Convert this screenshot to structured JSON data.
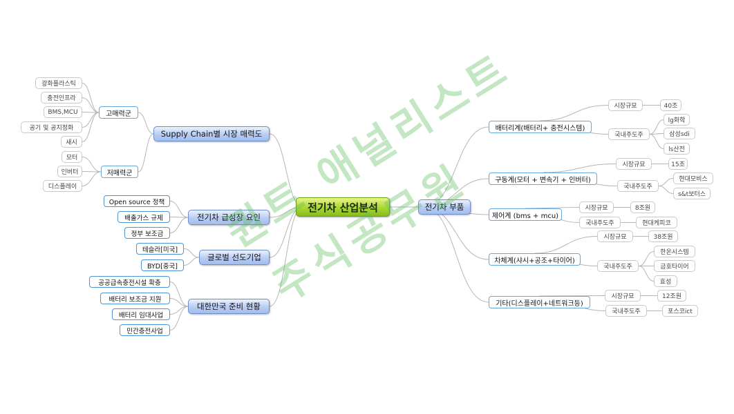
{
  "root": "전기차 산업분석",
  "left": {
    "supply_chain": {
      "label": "Supply Chain별 시장 매력도",
      "high": {
        "label": "고매력군",
        "items": [
          "광화플라스틱",
          "충전인프라",
          "BMS,MCU",
          "공기 및 공지정화",
          "새시"
        ]
      },
      "low": {
        "label": "저매력군",
        "items": [
          "모터",
          "인버터",
          "디스플레이"
        ]
      }
    },
    "growth": {
      "label": "전기차 급성장 요인",
      "items": [
        "Open source 정책",
        "배출가스 규제",
        "정부 보조금"
      ]
    },
    "leaders": {
      "label": "글로벌 선도기업",
      "items": [
        "테슬라[미국]",
        "BYD[중국]"
      ]
    },
    "korea": {
      "label": "대한만국 준비 현황",
      "items": [
        "공공급속충전시설 확충",
        "배터리 보조금 지원",
        "배터리 임대사업",
        "민간충전사업"
      ]
    }
  },
  "right": {
    "label": "전기차 부품",
    "battery": {
      "label": "배터리계(배터리+ 충전시스템)",
      "size_label": "시장규묘",
      "size": "40조",
      "stock_label": "국내주도주",
      "stocks": [
        "lg화학",
        "삼성sdi",
        "ls산전"
      ]
    },
    "drive": {
      "label": "구동계(모터 + 변속기 + 인버터)",
      "size_label": "시장규묘",
      "size": "15조",
      "stock_label": "국내주도주",
      "stocks": [
        "현대모비스",
        "s&t보터스"
      ]
    },
    "control": {
      "label": "제어계 (bms + mcu)",
      "size_label": "시장규묘",
      "size": "8조원",
      "stock_label": "국내주도주",
      "stocks": [
        "현대케피코"
      ]
    },
    "chassis": {
      "label": "차체계(샤시+공조+타이어)",
      "size_label": "시장규묘",
      "size": "38조원",
      "stock_label": "국내주도주",
      "stocks": [
        "한온시스템",
        "금호타이어",
        "효성"
      ]
    },
    "etc": {
      "label": "기타(디스플레이+네트워크등)",
      "size_label": "시장규묘",
      "size": "12조원",
      "stock_label": "국내주도주",
      "stocks": [
        "포스코ict"
      ]
    }
  },
  "watermark": [
    "퀀트 애널리스트",
    "주식공무원"
  ],
  "colors": {
    "root_fill": "#a9d632",
    "main_fill": "#b8cdf3",
    "sub_border": "#64a7dd",
    "connector": "#b5b5b5",
    "watermark": "#60be60"
  }
}
